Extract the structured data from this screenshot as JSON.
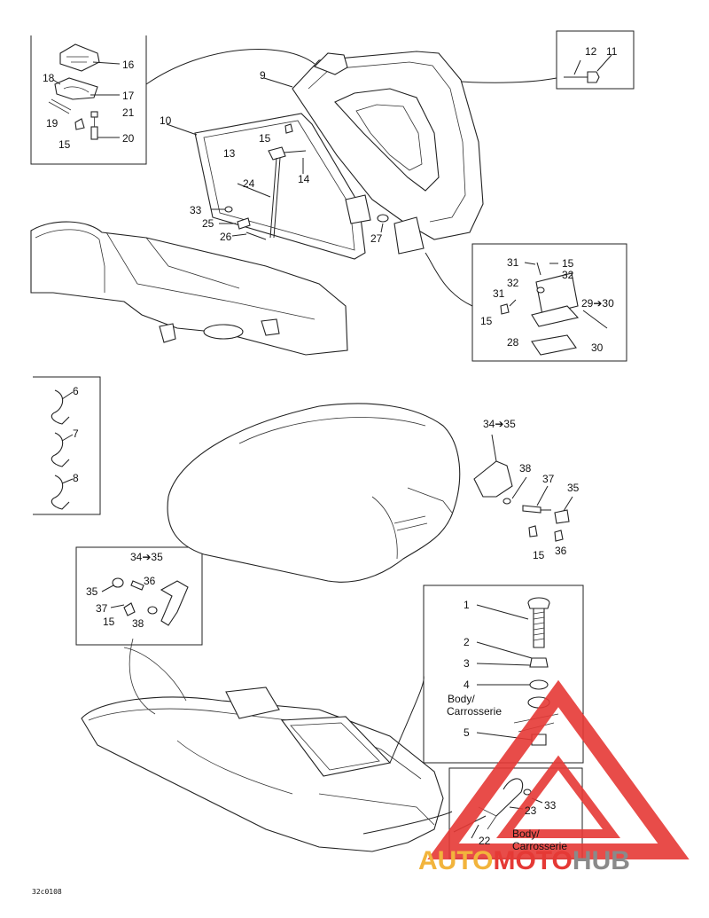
{
  "diagram": {
    "drawing_code": "32c0108",
    "body_label_lines": [
      "Body/",
      "Carrosserie"
    ],
    "callouts": {
      "c1": "1",
      "c2": "2",
      "c3": "3",
      "c4": "4",
      "c5": "5",
      "c6": "6",
      "c7": "7",
      "c8": "8",
      "c9": "9",
      "c10": "10",
      "c11": "11",
      "c12": "12",
      "c13": "13",
      "c14": "14",
      "c15a": "15",
      "c15b": "15",
      "c15c": "15",
      "c15d": "15",
      "c15e": "15",
      "c15f": "15",
      "c16": "16",
      "c17": "17",
      "c18": "18",
      "c19": "19",
      "c20": "20",
      "c21": "21",
      "c22": "22",
      "c23": "23",
      "c24": "24",
      "c25": "25",
      "c26": "26",
      "c27": "27",
      "c28": "28",
      "c29_30": "29➔30",
      "c30": "30",
      "c31a": "31",
      "c31b": "31",
      "c32a": "32",
      "c32b": "32",
      "c33a": "33",
      "c33b": "33",
      "c34_35a": "34➔35",
      "c34_35b": "34➔35",
      "c35a": "35",
      "c35b": "35",
      "c36a": "36",
      "c36b": "36",
      "c37a": "37",
      "c37b": "37",
      "c38a": "38",
      "c38b": "38"
    }
  },
  "watermark": {
    "part1": "AUTO",
    "part2": "MOTO",
    "part3": "HUB",
    "color_red": "#e53935",
    "color_grey": "#8a8a8a"
  }
}
